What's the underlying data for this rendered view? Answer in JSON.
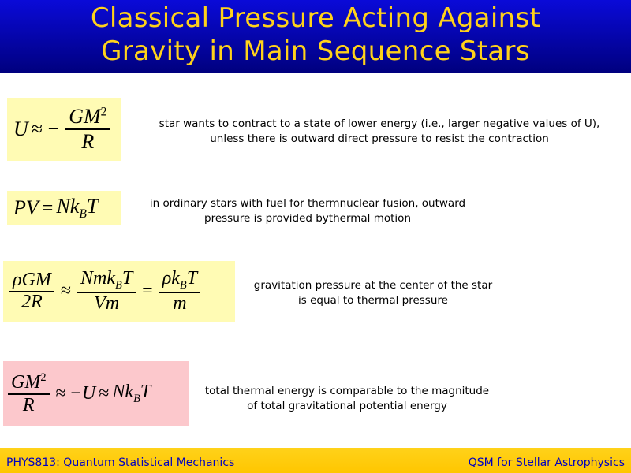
{
  "title": {
    "line1": "Classical Pressure Acting Against",
    "line2": "Gravity in Main Sequence Stars"
  },
  "equations": [
    {
      "id": "eq1",
      "lhs": "U",
      "op1": "≈ −",
      "num": "GM",
      "num_sup": "2",
      "den": "R",
      "desc1": "star wants to contract to a state of lower energy (i.e., larger negative values of U),",
      "desc2": "unless there is  outward direct pressure to resist the contraction"
    },
    {
      "id": "eq2",
      "lhs": "PV",
      "op": "=",
      "rhs_a": "Nk",
      "rhs_sub": "B",
      "rhs_b": "T",
      "desc1": "in ordinary stars with fuel for thermnuclear fusion, outward",
      "desc2": "pressure is provided bythermal motion"
    },
    {
      "id": "eq3",
      "f1_num": "ρGM",
      "f1_den": "2R",
      "op1": "≈",
      "f2_num_a": "Nmk",
      "f2_num_sub": "B",
      "f2_num_b": "T",
      "f2_den": "Vm",
      "op2": "=",
      "f3_num_a": "ρk",
      "f3_num_sub": "B",
      "f3_num_b": "T",
      "f3_den": "m",
      "desc1": "gravitation pressure at the center of the star",
      "desc2": "is equal to thermal pressure"
    },
    {
      "id": "eq4",
      "num": "GM",
      "num_sup": "2",
      "den": "R",
      "op1": "≈",
      "mid": "−U",
      "op2": "≈",
      "rhs_a": "Nk",
      "rhs_sub": "B",
      "rhs_b": "T",
      "desc1": "total thermal energy is comparable to the magnitude",
      "desc2": "of total gravitational potential energy"
    }
  ],
  "footer": {
    "left": "PHYS813: Quantum Statistical Mechanics",
    "right": "QSM for Stellar Astrophysics"
  },
  "colors": {
    "header_bg": "#00007e",
    "title_text": "#ffd21a",
    "eq_yellow": "#fffbb4",
    "eq_pink": "#fcc8cc",
    "footer_bg": "#ffd21a",
    "footer_text": "#0000c0"
  }
}
